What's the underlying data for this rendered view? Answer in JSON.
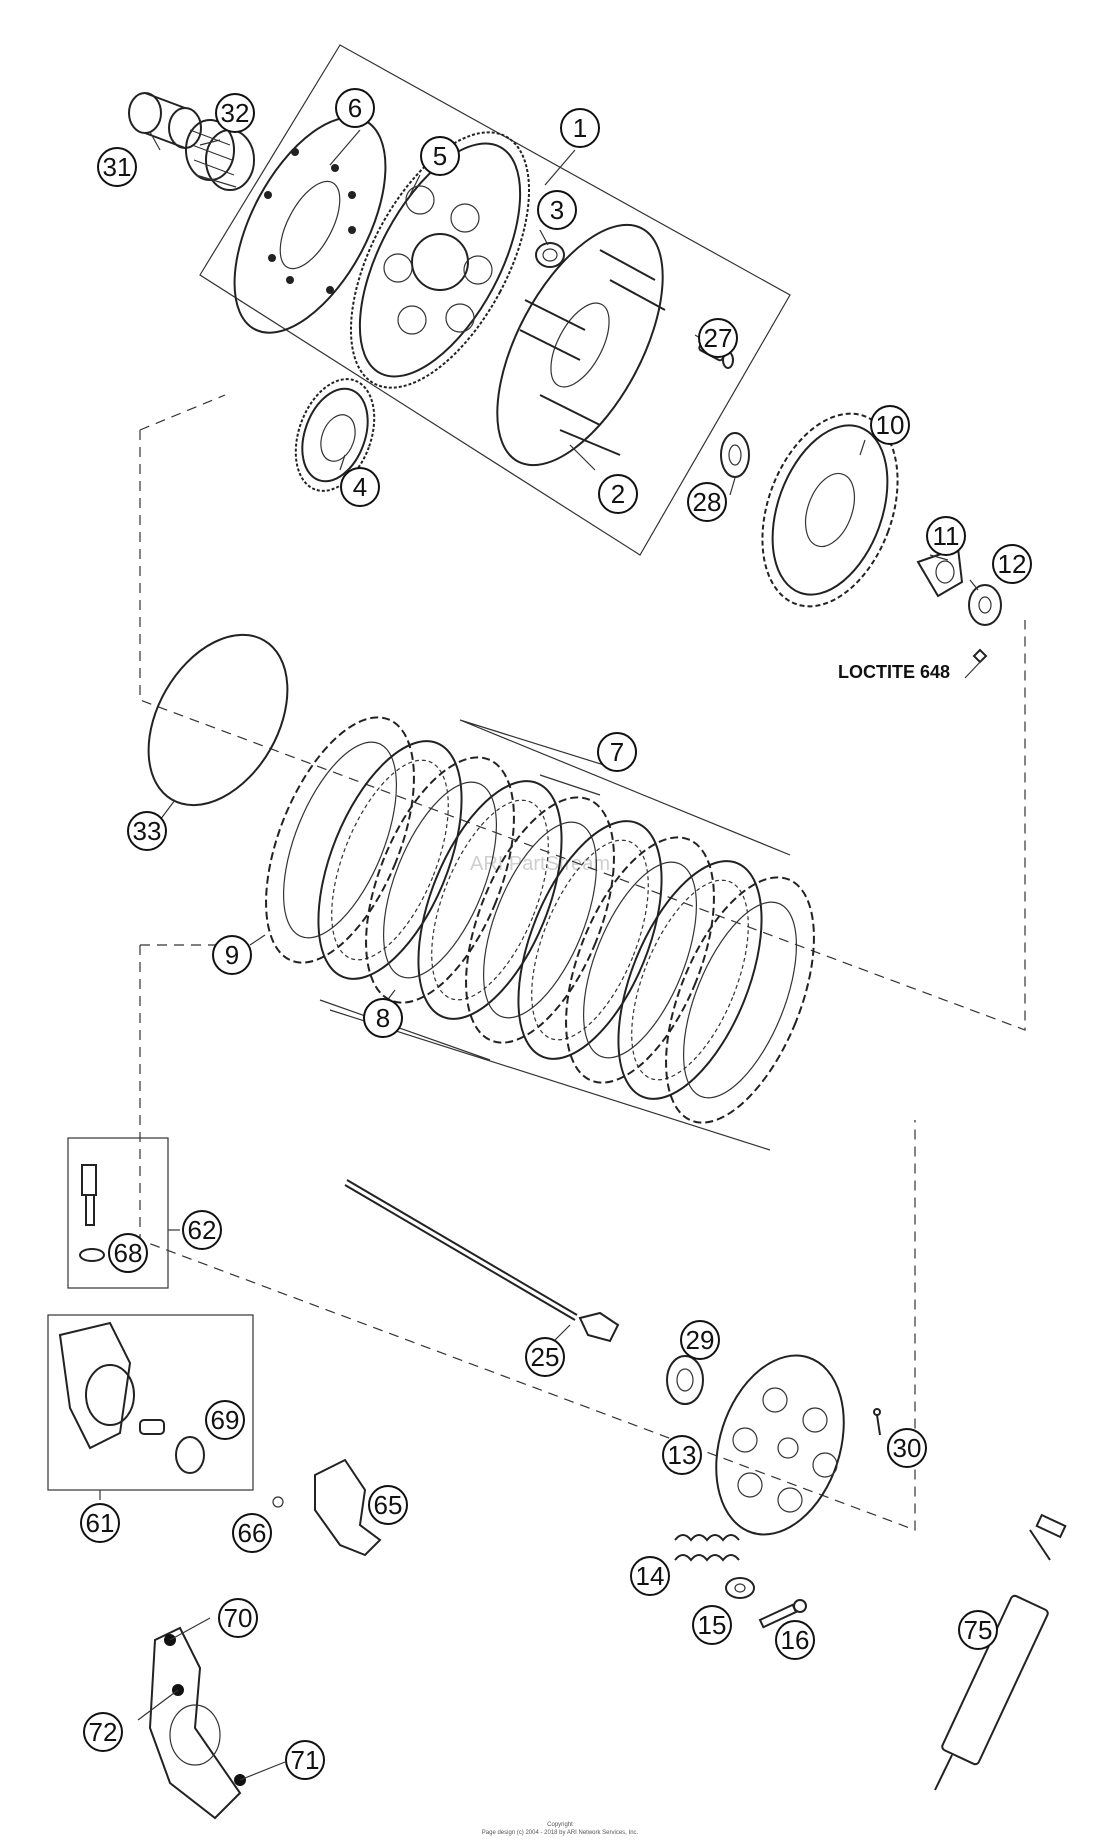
{
  "part_labels": {
    "p1": "1",
    "p2": "2",
    "p3": "3",
    "p4": "4",
    "p5": "5",
    "p6": "6",
    "p7": "7",
    "p8": "8",
    "p9": "9",
    "p10": "10",
    "p11": "11",
    "p12": "12",
    "p13": "13",
    "p14": "14",
    "p15": "15",
    "p16": "16",
    "p25": "25",
    "p27": "27",
    "p28": "28",
    "p29": "29",
    "p30": "30",
    "p31": "31",
    "p32": "32",
    "p33": "33",
    "p61": "61",
    "p62": "62",
    "p65": "65",
    "p66": "66",
    "p68": "68",
    "p69": "69",
    "p70": "70",
    "p71": "71",
    "p72": "72",
    "p75": "75"
  },
  "note": {
    "loctite": "LOCTITE 648"
  },
  "watermark": "ARI PartStream",
  "footer": {
    "line1": "Copyright",
    "line2": "Page design (c) 2004 - 2018 by ARI Network Services, Inc."
  }
}
